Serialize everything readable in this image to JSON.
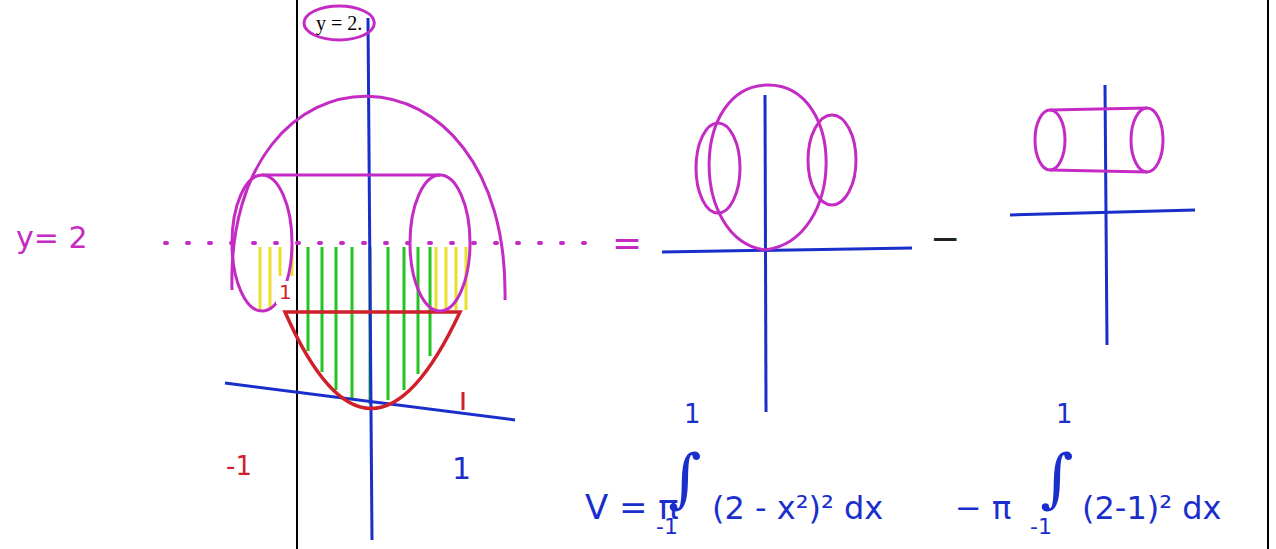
{
  "diagram": {
    "nodes": [
      {
        "text": [
          "y = 2."
        ]
      }
    ],
    "labels": [
      "y= 2",
      "1",
      "-1",
      "1",
      "=",
      "−",
      "V = π",
      "∫",
      "1",
      "-1",
      "(2 - x²)² dx",
      "− π",
      "∫",
      "1",
      "-1",
      "(2-1)² dx"
    ]
  }
}
